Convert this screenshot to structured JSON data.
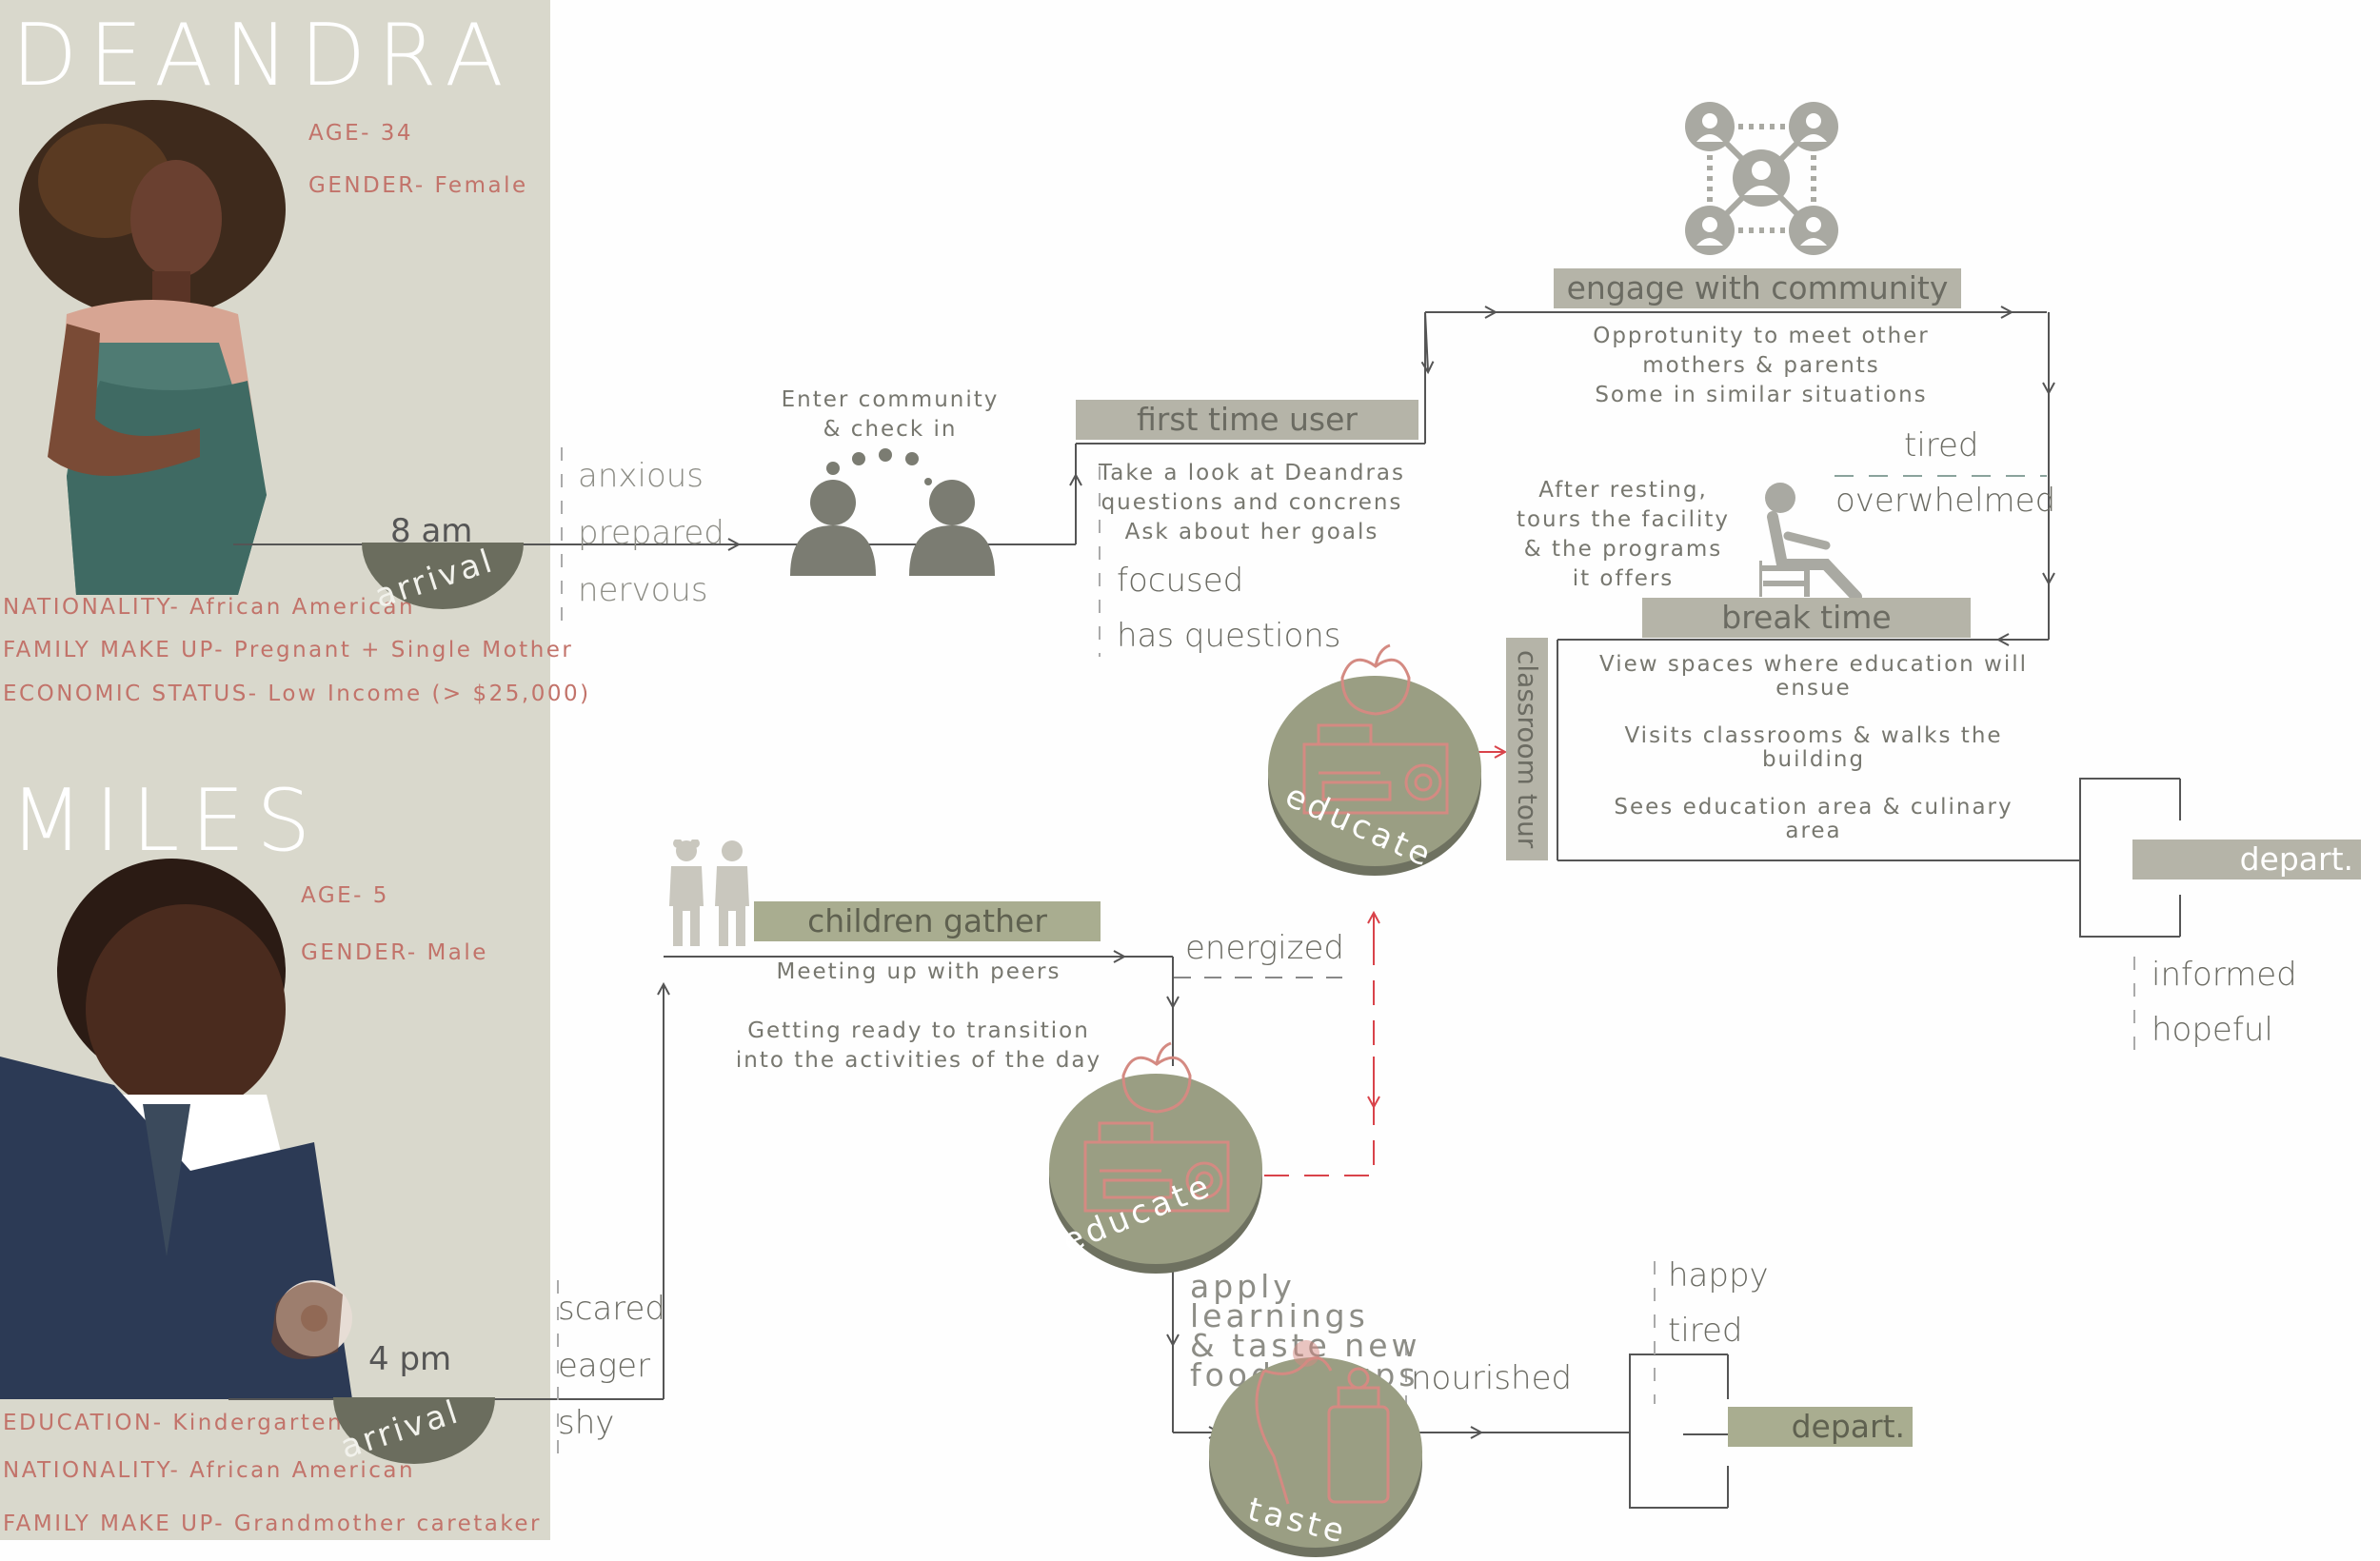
{
  "deandra": {
    "name": "DEANDRA",
    "age": "AGE- 34",
    "gender": "GENDER- Female",
    "nationality": "NATIONALITY- African American",
    "family": "FAMILY MAKE UP- Pregnant + Single Mother",
    "economic": "ECONOMIC STATUS- Low Income (> $25,000)",
    "time": "8 am",
    "arrival": "arrival",
    "feelings": [
      "anxious",
      "prepared",
      "nervous"
    ],
    "checkin": "Enter community\n& check in",
    "stage_first": "first time user",
    "first_desc": "Take a look at Deandras\nquestions and concrens\nAsk about her goals",
    "first_feelings": [
      "focused",
      "has questions"
    ],
    "stage_engage": "engage with community",
    "engage_desc": "Opprotunity to meet other\nmothers & parents\nSome in similar situations",
    "engage_feelings": [
      "tired",
      "overwhelmed"
    ],
    "rest_desc": "After resting,\ntours the facility\n& the programs\nit offers",
    "stage_break": "break time",
    "break_desc": "View spaces where education will\nensue\n\nVisits classrooms & walks the\nbuilding\n\nSees education area & culinary\narea",
    "classroom_tour": "classroom tour",
    "educate": "educate",
    "depart": "depart.",
    "depart_feelings": [
      "informed",
      "hopeful"
    ]
  },
  "miles": {
    "name": "MILES",
    "age": "AGE- 5",
    "gender": "GENDER- Male",
    "education": "EDUCATION- Kindergarten",
    "nationality": "NATIONALITY- African American",
    "family": "FAMILY MAKE UP- Grandmother caretaker",
    "time": "4 pm",
    "arrival": "arrival",
    "feelings": [
      "scared",
      "eager",
      "shy"
    ],
    "stage_gather": "children gather",
    "gather_desc": "Meeting up with peers\n\nGetting ready to transition\ninto the activities of the day",
    "gather_feeling": "energized",
    "educate": "educate",
    "apply_desc": "apply learnings\n& taste new\nfood groups",
    "nourished": "nourished",
    "taste": "taste",
    "depart_feelings": [
      "happy",
      "tired"
    ],
    "depart": "depart."
  },
  "colors": {
    "panel": "#d9d8cc",
    "accent_text": "#c2736a",
    "stage_gray": "#b5b4a8",
    "stage_green": "#a9ad90",
    "circle": "#9a9e83",
    "line": "#555555",
    "dashed_red": "#d9434a"
  },
  "icons": [
    "network-community-icon",
    "two-people-icon",
    "sitting-person-icon",
    "children-icon",
    "apple-icon",
    "radio-icon",
    "hand-jar-icon"
  ]
}
